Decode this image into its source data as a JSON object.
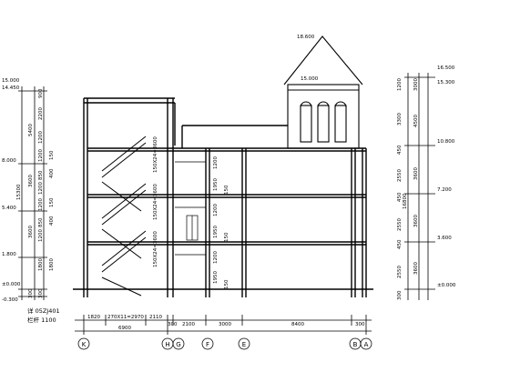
{
  "left_elevations": [
    "15.000",
    "14.450",
    "8.000",
    "5.400",
    "1.800",
    "±0.000",
    "-0.300"
  ],
  "left_dims_outer": [
    "5400",
    "3600",
    "15300",
    "3600",
    "300"
  ],
  "left_dims_inner": [
    "900",
    "2200",
    "1200",
    "1200",
    "850",
    "1200",
    "400",
    "150",
    "1200",
    "850",
    "1200",
    "400",
    "150",
    "1800",
    "1800",
    "300"
  ],
  "stair_dims": [
    "150X24=3600",
    "150X24=3600",
    "150X24=3600"
  ],
  "window_dims": [
    "1200",
    "1950",
    "1200",
    "1950",
    "1200",
    "1950",
    "150",
    "150",
    "150"
  ],
  "right_elevations": [
    "16.500",
    "15.300",
    "10.800",
    "7.200",
    "3.600",
    "±0.000"
  ],
  "right_dims_outer": [
    "4500",
    "16800",
    "3600",
    "3600",
    "3600"
  ],
  "right_dims_inner": [
    "1200",
    "3300",
    "450",
    "2550",
    "3000",
    "450",
    "2550",
    "450",
    "2550",
    "300"
  ],
  "tower_elevations": [
    "18.600",
    "15.000"
  ],
  "bottom_dims_row1": [
    "1820",
    "270X11=2970",
    "2110",
    "300",
    "2100",
    "3000",
    "8400",
    "300"
  ],
  "bottom_dims_row2": [
    "6900"
  ],
  "axes": [
    "K",
    "H",
    "G",
    "F",
    "E",
    "B",
    "A"
  ],
  "note": {
    "text1": "详 05ZJ401",
    "text2": "栏杆 1100"
  }
}
